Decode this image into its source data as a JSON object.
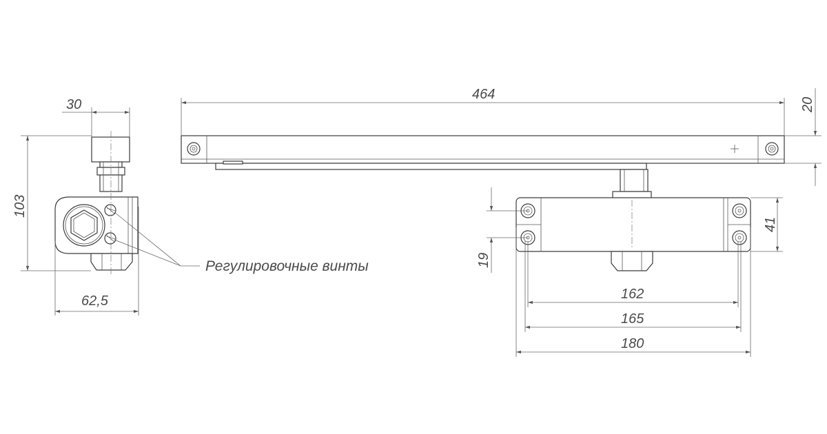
{
  "drawing": {
    "callout": {
      "adjustment_screws_label": "Регулировочные винты"
    },
    "side_view": {
      "dim_top_width": "30",
      "dim_height": "103",
      "dim_bottom_width": "62,5"
    },
    "front_view": {
      "dim_arm_length": "464",
      "dim_arm_height": "20",
      "dim_body_height": "41",
      "dim_mount_spacing": "19",
      "dim_162": "162",
      "dim_165": "165",
      "dim_180": "180"
    }
  }
}
